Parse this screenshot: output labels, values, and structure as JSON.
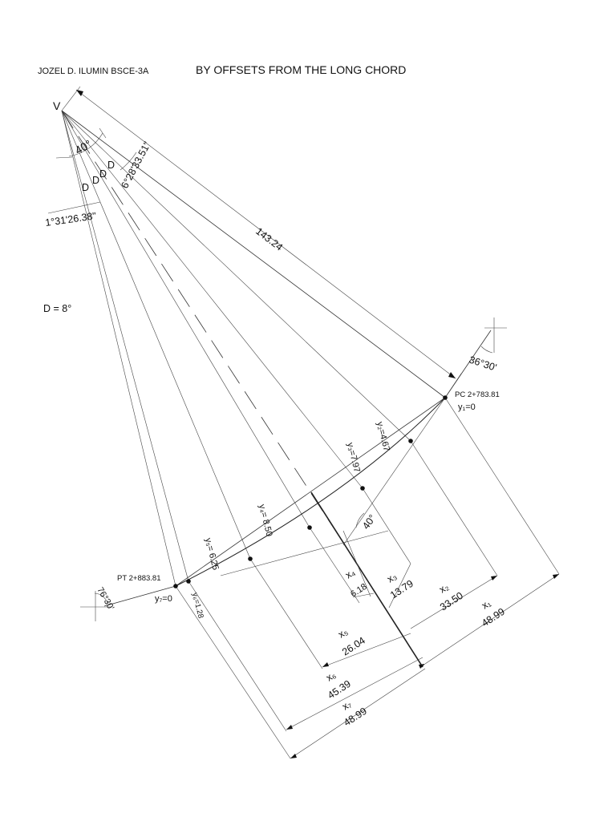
{
  "header": {
    "author": "JOZEL D. ILUMIN   BSCE-3A",
    "title": "BY OFFSETS FROM THE LONG CHORD"
  },
  "labels": {
    "vertex": "V",
    "intersection_angle": "40°",
    "deflection_angle": "6°28'33.51\"",
    "small_angle": "1°31'26.38\"",
    "tangent_length": "143.24",
    "degree_of_curve": "D = 8°",
    "d": "D",
    "pc": "PC  2+783.81",
    "pt": "PT 2+883.81",
    "pc_bearing": "36°30'",
    "pt_bearing": "76°30'",
    "chord_angle": "40°"
  },
  "offsets": [
    {
      "name": "y1",
      "label": "y₁=0"
    },
    {
      "name": "y2",
      "label": "y₂=4.67"
    },
    {
      "name": "y3",
      "label": "y₃=7.97"
    },
    {
      "name": "y4",
      "label": "y₄= 8.50"
    },
    {
      "name": "y5",
      "label": "y₅= 6.25"
    },
    {
      "name": "y6",
      "label": "y₆=1.28"
    },
    {
      "name": "y7",
      "label": "y₇=0"
    }
  ],
  "distances": [
    {
      "name": "x1",
      "sym": "x₁",
      "value": "48.99"
    },
    {
      "name": "x2",
      "sym": "x₂",
      "value": "33.50"
    },
    {
      "name": "x3",
      "sym": "x₃",
      "value": "13.79"
    },
    {
      "name": "x4",
      "sym": "x₄",
      "value": "6.18"
    },
    {
      "name": "x5",
      "sym": "x₅",
      "value": "26.04"
    },
    {
      "name": "x6",
      "sym": "x₆",
      "value": "45.39"
    },
    {
      "name": "x7",
      "sym": "x₇",
      "value": "48.99"
    }
  ]
}
